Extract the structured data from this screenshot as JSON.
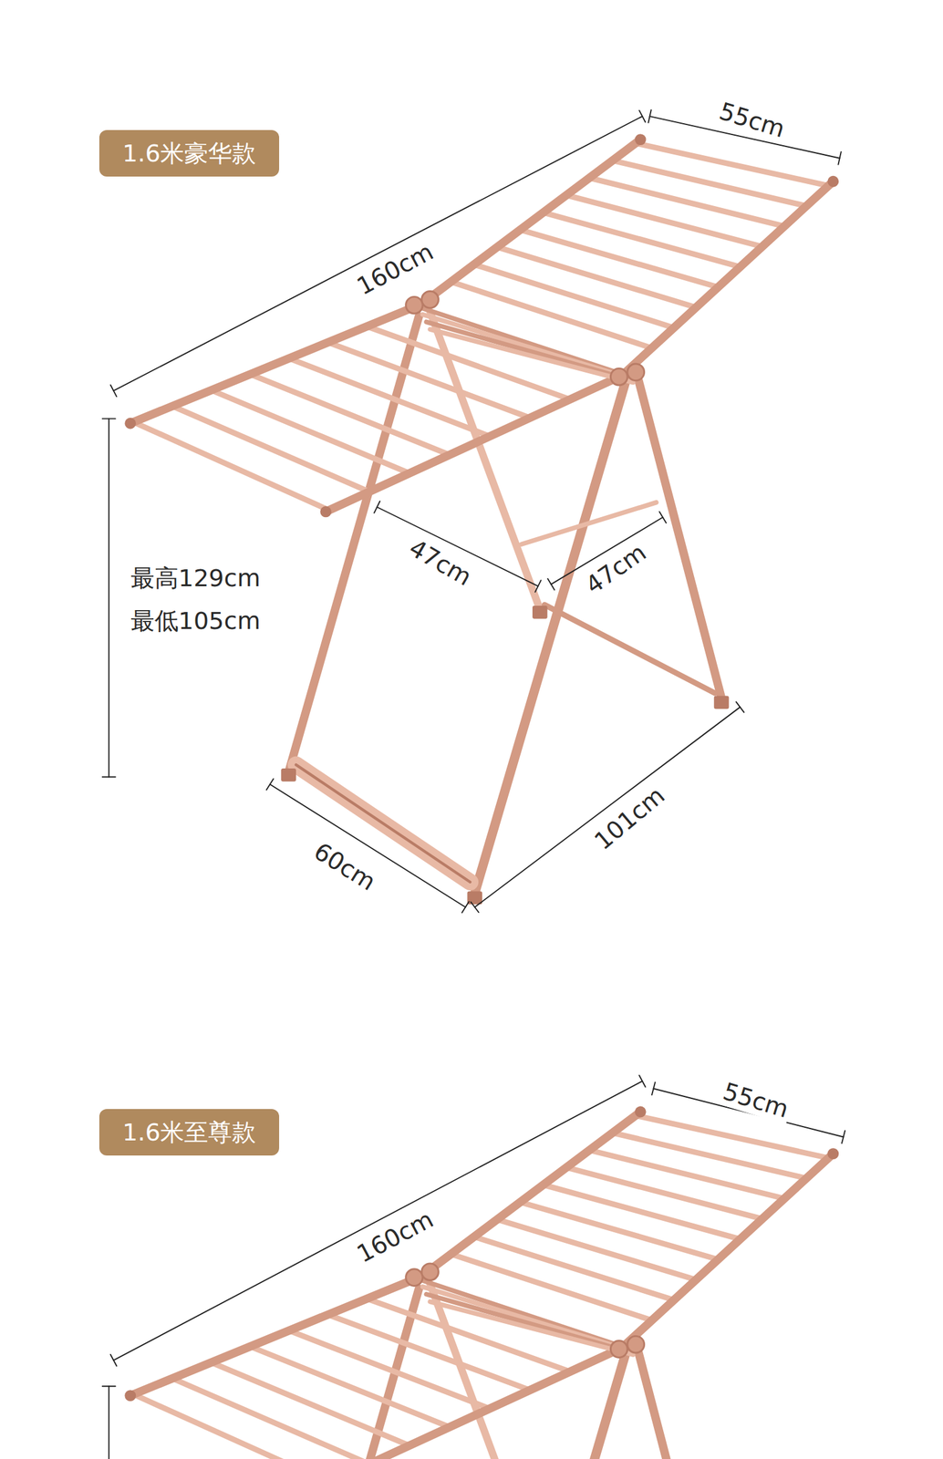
{
  "diagram": {
    "nodes": [
      {
        "text": [
          "1.6米豪华款"
        ]
      },
      {
        "text": [
          "1.6米至尊款"
        ]
      }
    ],
    "labels": [
      "160cm",
      "55cm",
      "最高129cm",
      "最低105cm",
      "47cm",
      "47cm",
      "60cm",
      "101cm",
      "160cm",
      "55cm"
    ]
  }
}
